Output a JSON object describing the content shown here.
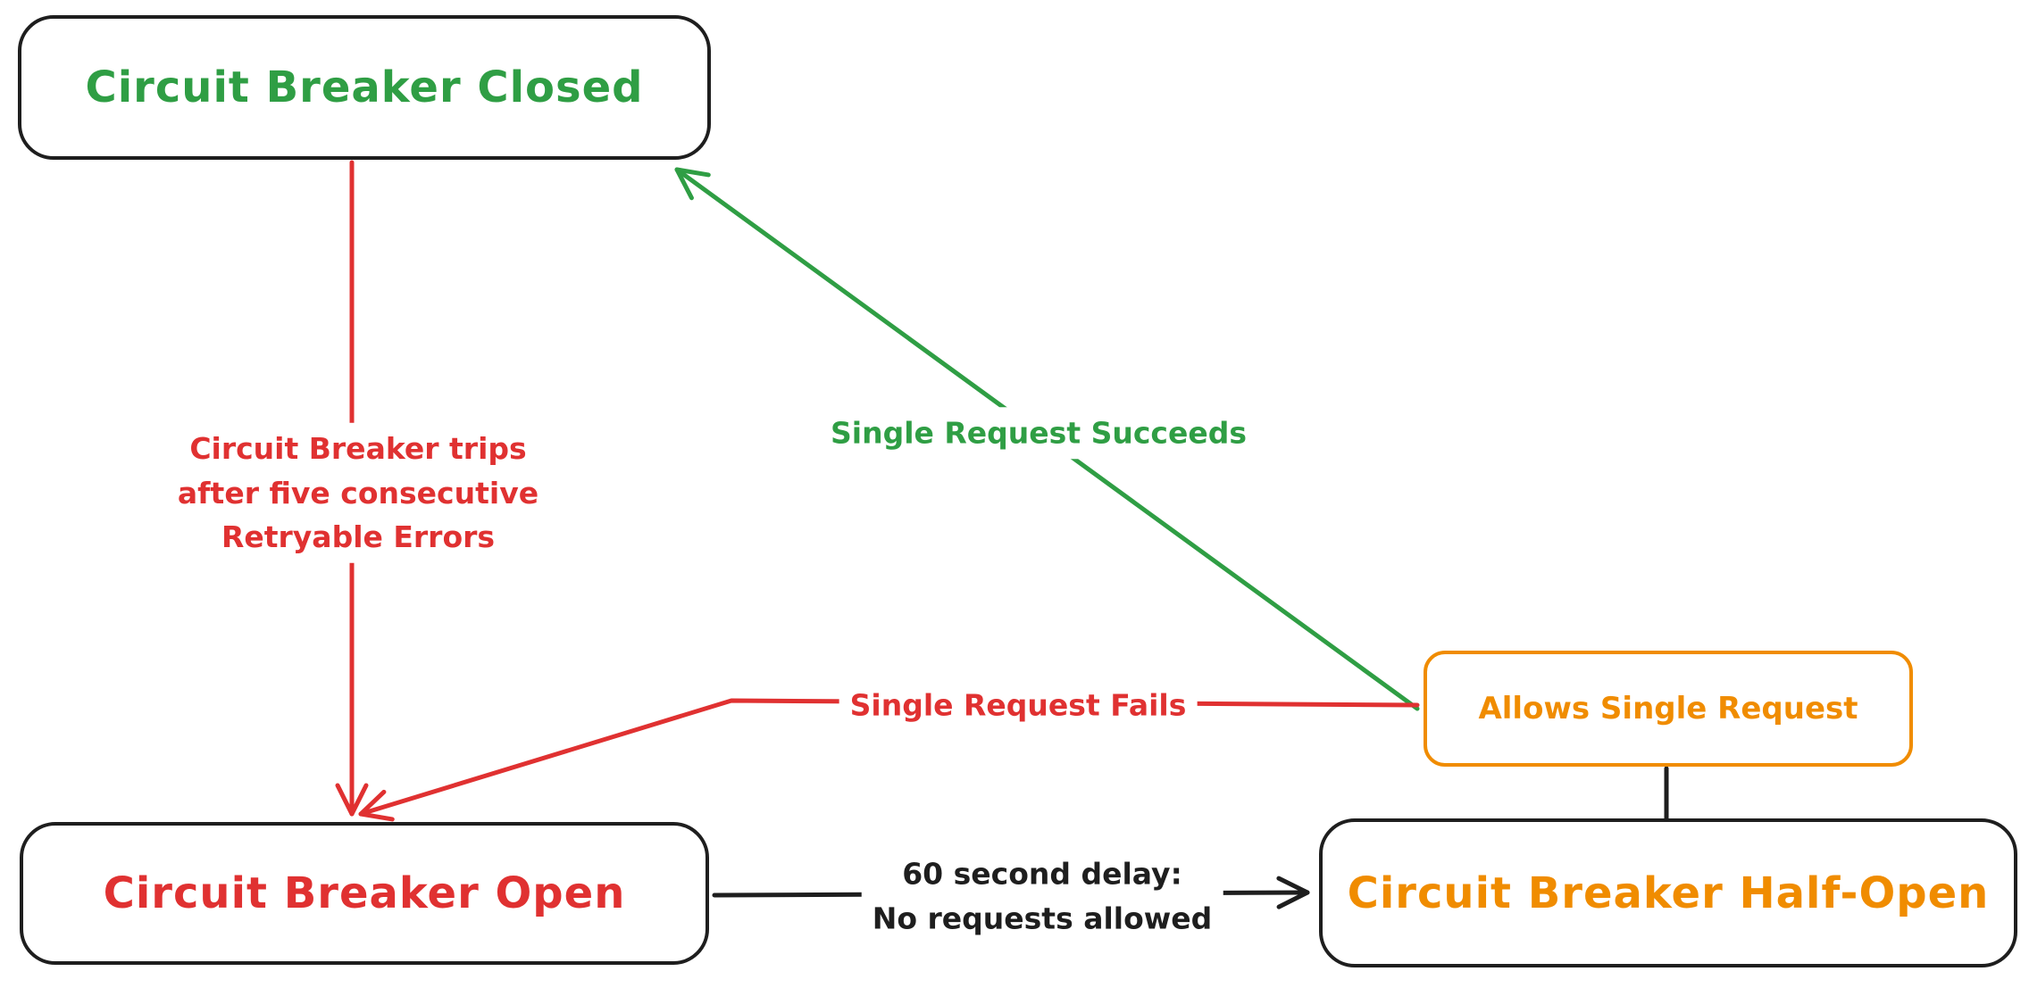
{
  "colors": {
    "green": "#2f9e44",
    "red": "#e03131",
    "orange": "#f08c00",
    "black": "#1e1e1e",
    "background": "#ffffff"
  },
  "states": {
    "closed": {
      "label": "Circuit Breaker Closed"
    },
    "open": {
      "label": "Circuit Breaker Open"
    },
    "half_open": {
      "label": "Circuit Breaker Half-Open"
    },
    "allows_single_request": {
      "label": "Allows Single Request"
    }
  },
  "transitions": {
    "trip": {
      "lines": [
        "Circuit Breaker trips",
        "after five consecutive",
        "Retryable Errors"
      ]
    },
    "succeeds": {
      "label": "Single Request Succeeds"
    },
    "fails": {
      "label": "Single Request Fails"
    },
    "delay": {
      "lines": [
        "60 second delay:",
        "No requests allowed"
      ]
    }
  }
}
